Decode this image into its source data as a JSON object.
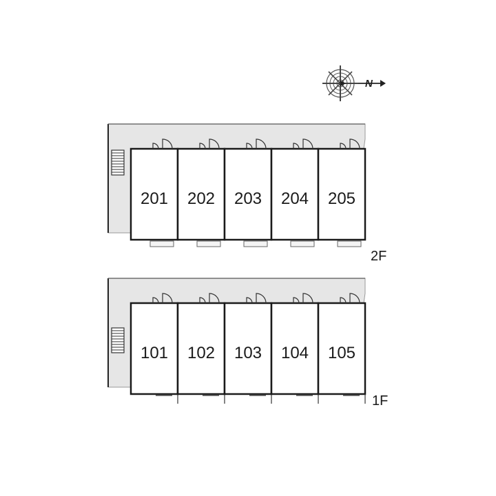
{
  "compass": {
    "north_label": "N",
    "icon": "compass-rose-icon"
  },
  "floors": [
    {
      "label": "2F",
      "units": [
        "201",
        "202",
        "203",
        "204",
        "205"
      ]
    },
    {
      "label": "1F",
      "units": [
        "101",
        "102",
        "103",
        "104",
        "105"
      ]
    }
  ],
  "colors": {
    "corridor": "#e6e6e6",
    "wall": "#1a1a1a",
    "room_fill": "#ffffff"
  }
}
